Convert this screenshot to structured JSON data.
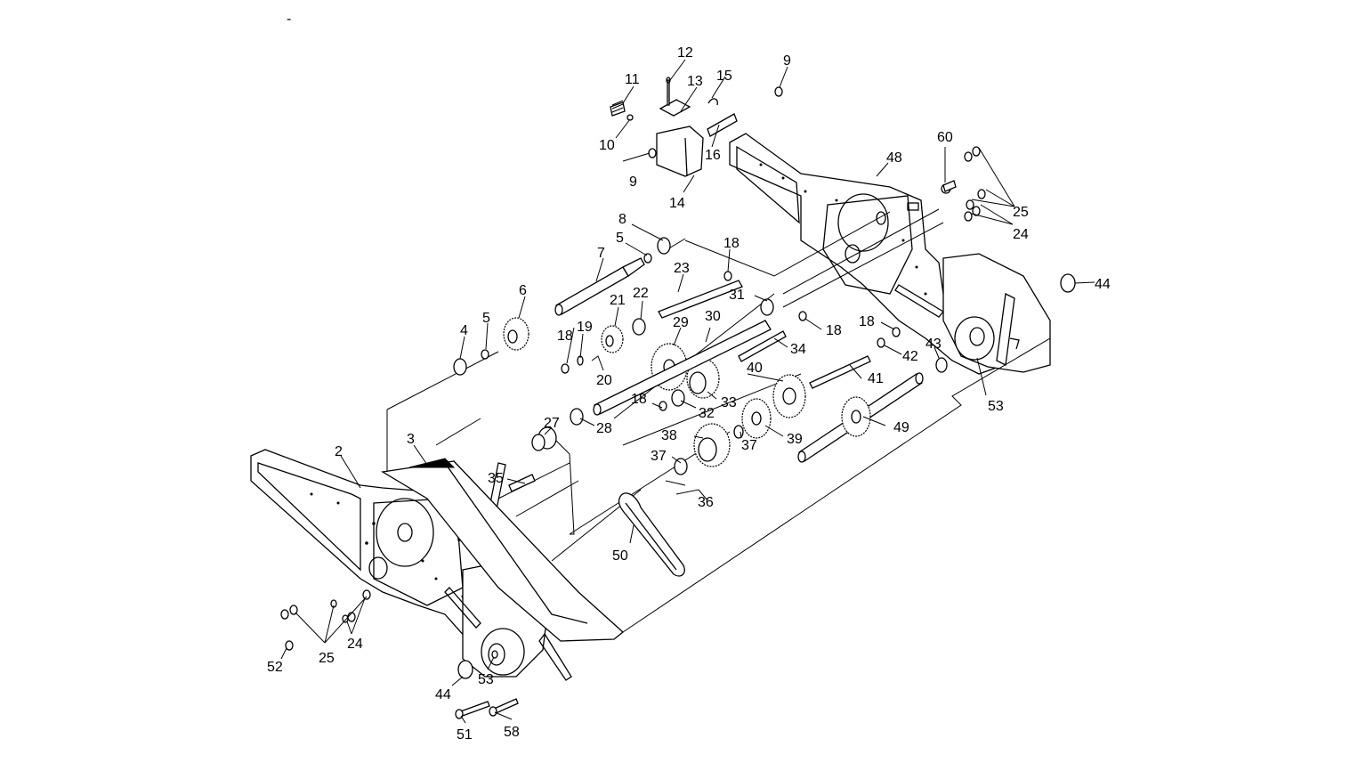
{
  "diagram": {
    "callouts": [
      {
        "id": "c2",
        "text": "2"
      },
      {
        "id": "c3",
        "text": "3"
      },
      {
        "id": "c4",
        "text": "4"
      },
      {
        "id": "c5a",
        "text": "5"
      },
      {
        "id": "c5b",
        "text": "5"
      },
      {
        "id": "c6",
        "text": "6"
      },
      {
        "id": "c7",
        "text": "7"
      },
      {
        "id": "c8",
        "text": "8"
      },
      {
        "id": "c9a",
        "text": "9"
      },
      {
        "id": "c9b",
        "text": "9"
      },
      {
        "id": "c10",
        "text": "10"
      },
      {
        "id": "c11",
        "text": "11"
      },
      {
        "id": "c12",
        "text": "12"
      },
      {
        "id": "c13",
        "text": "13"
      },
      {
        "id": "c14",
        "text": "14"
      },
      {
        "id": "c15",
        "text": "15"
      },
      {
        "id": "c16",
        "text": "16"
      },
      {
        "id": "c18a",
        "text": "18"
      },
      {
        "id": "c18b",
        "text": "18"
      },
      {
        "id": "c18c",
        "text": "18"
      },
      {
        "id": "c18d",
        "text": "18"
      },
      {
        "id": "c18e",
        "text": "18"
      },
      {
        "id": "c19",
        "text": "19"
      },
      {
        "id": "c20",
        "text": "20"
      },
      {
        "id": "c21",
        "text": "21"
      },
      {
        "id": "c22",
        "text": "22"
      },
      {
        "id": "c23",
        "text": "23"
      },
      {
        "id": "c24a",
        "text": "24"
      },
      {
        "id": "c24b",
        "text": "24"
      },
      {
        "id": "c25a",
        "text": "25"
      },
      {
        "id": "c25b",
        "text": "25"
      },
      {
        "id": "c27",
        "text": "27"
      },
      {
        "id": "c28",
        "text": "28"
      },
      {
        "id": "c29",
        "text": "29"
      },
      {
        "id": "c30",
        "text": "30"
      },
      {
        "id": "c31",
        "text": "31"
      },
      {
        "id": "c32",
        "text": "32"
      },
      {
        "id": "c33",
        "text": "33"
      },
      {
        "id": "c34",
        "text": "34"
      },
      {
        "id": "c35",
        "text": "35"
      },
      {
        "id": "c36",
        "text": "36"
      },
      {
        "id": "c37a",
        "text": "37"
      },
      {
        "id": "c37b",
        "text": "37"
      },
      {
        "id": "c38",
        "text": "38"
      },
      {
        "id": "c39",
        "text": "39"
      },
      {
        "id": "c40",
        "text": "40"
      },
      {
        "id": "c41",
        "text": "41"
      },
      {
        "id": "c42",
        "text": "42"
      },
      {
        "id": "c43",
        "text": "43"
      },
      {
        "id": "c44a",
        "text": "44"
      },
      {
        "id": "c44b",
        "text": "44"
      },
      {
        "id": "c48",
        "text": "48"
      },
      {
        "id": "c49",
        "text": "49"
      },
      {
        "id": "c50",
        "text": "50"
      },
      {
        "id": "c51",
        "text": "51"
      },
      {
        "id": "c52",
        "text": "52"
      },
      {
        "id": "c53a",
        "text": "53"
      },
      {
        "id": "c53b",
        "text": "53"
      },
      {
        "id": "c58",
        "text": "58"
      },
      {
        "id": "c60",
        "text": "60"
      }
    ],
    "corner_mark": "-"
  }
}
